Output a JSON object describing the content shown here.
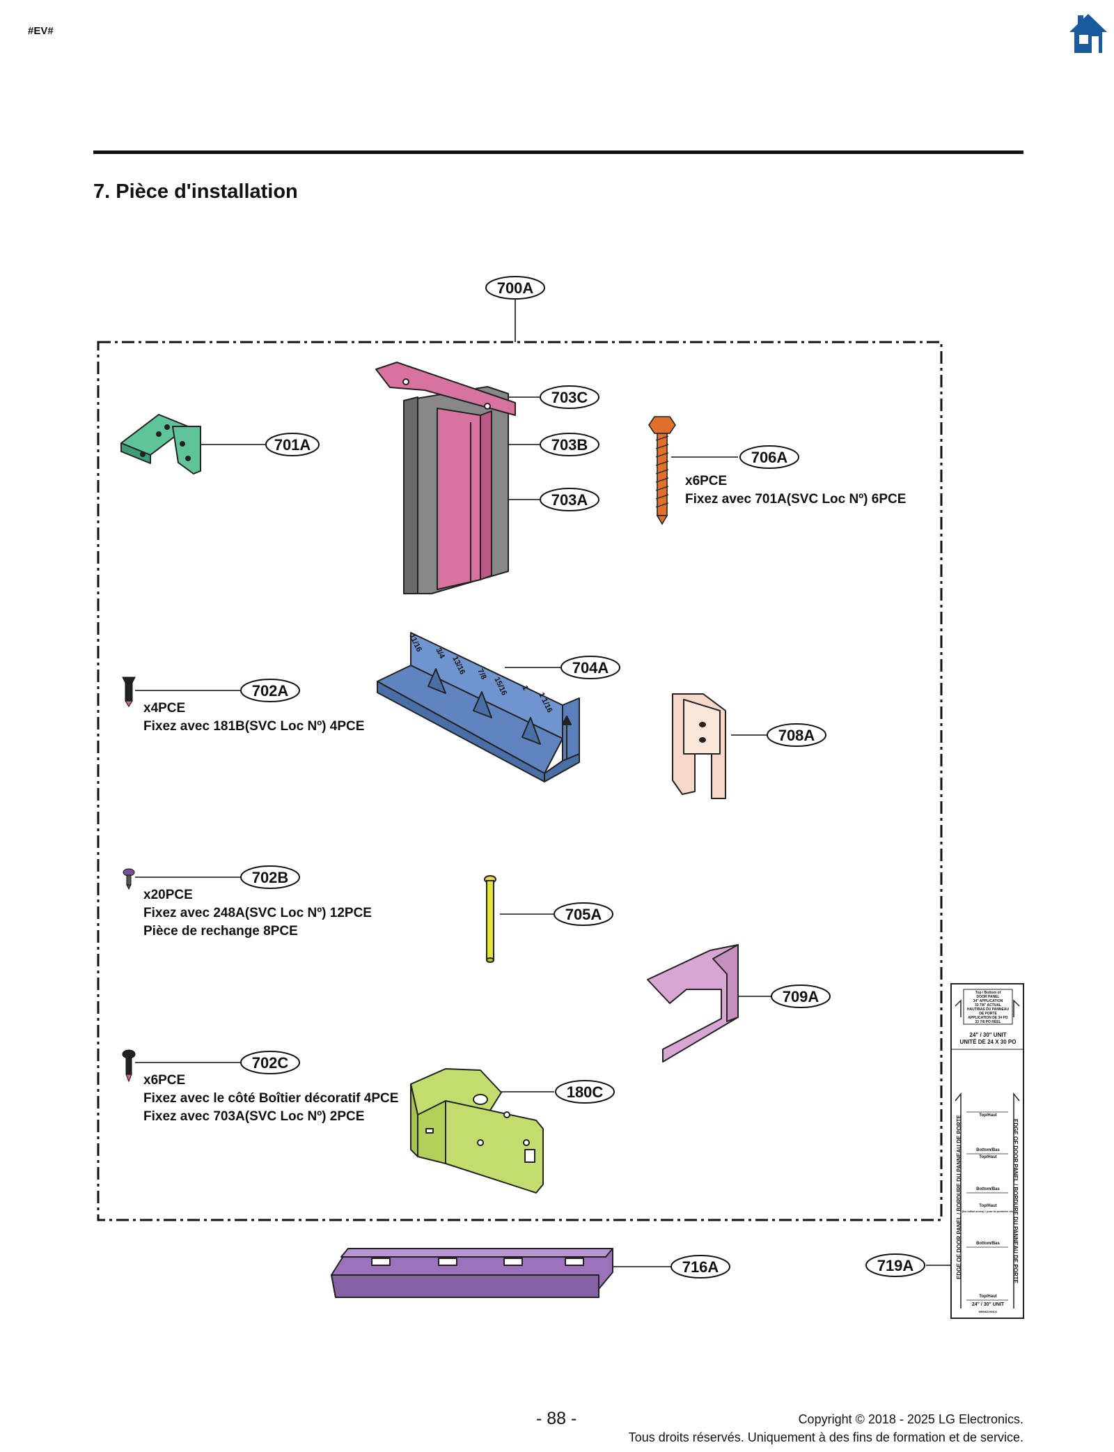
{
  "header": {
    "doc_code": "#EV#",
    "home_icon": "home-icon",
    "home_color": "#1a5a9e"
  },
  "section": {
    "title": "7. Pièce d'installation"
  },
  "callouts": {
    "c700A": "700A",
    "c701A": "701A",
    "c702A": "702A",
    "c702B": "702B",
    "c702C": "702C",
    "c703A": "703A",
    "c703B": "703B",
    "c703C": "703C",
    "c704A": "704A",
    "c705A": "705A",
    "c706A": "706A",
    "c708A": "708A",
    "c709A": "709A",
    "c180C": "180C",
    "c716A": "716A",
    "c719A": "719A"
  },
  "notes": {
    "n702A": "x4PCE\nFixez avec 181B(SVC Loc Nº) 4PCE",
    "n702B": "x20PCE\nFixez avec 248A(SVC Loc Nº) 12PCE\nPièce de rechange 8PCE",
    "n702C": "x6PCE\nFixez avec le côté Boîtier décoratif 4PCE\nFixez avec 703A(SVC Loc Nº) 2PCE",
    "n706A": "x6PCE\nFixez avec 701A(SVC Loc Nº) 6PCE"
  },
  "gauge_704A": {
    "marks": [
      "11/16",
      "3/4",
      "13/16",
      "7/8",
      "15/16",
      "1",
      "1 1/16"
    ]
  },
  "template_719A": {
    "box_text": [
      "Top / Bottom of",
      "DOOR PANEL",
      "34\" APPLICATION",
      "33 7/8\" ACTUAL",
      "HAUT/BAS DU PANNEAU",
      "DE PORTE",
      "APPLICATION DE 34 PO",
      "33 7/8 PO RÉEL"
    ],
    "unit_title": "24\" / 30\" UNIT",
    "unit_title_fr": "UNITÉ DE 24 X 30 PO",
    "side_text": "EDGE OF DOOR PANEL / BORDURE DU PANNEAU DE PORTE",
    "top_label": "Top/Haut",
    "bottom_label": "Bottom/Bas",
    "initial_note": "(for initial screw) / pour la première vis)",
    "footer_title": "24\" / 30\" UNIT",
    "part_code": "MBN62292611"
  },
  "footer": {
    "page_number": "- 88 -",
    "copyright": "Copyright © 2018 - 2025 LG Electronics.",
    "rights": "Tous droits réservés. Uniquement à des fins de formation et de service."
  },
  "colors": {
    "p701A": "#5fc49a",
    "p703": "#d8739f",
    "p703C_body": "#888888",
    "p704A": "#6f95d0",
    "p705A": "#e4e33a",
    "p706A": "#e0702a",
    "p708A": "#f8d8c8",
    "p709A": "#d9a6d4",
    "p180C": "#c3dc6e",
    "p716A": "#9d72bd",
    "screw_dark": "#222222",
    "screw_tip": "#c46a93"
  }
}
